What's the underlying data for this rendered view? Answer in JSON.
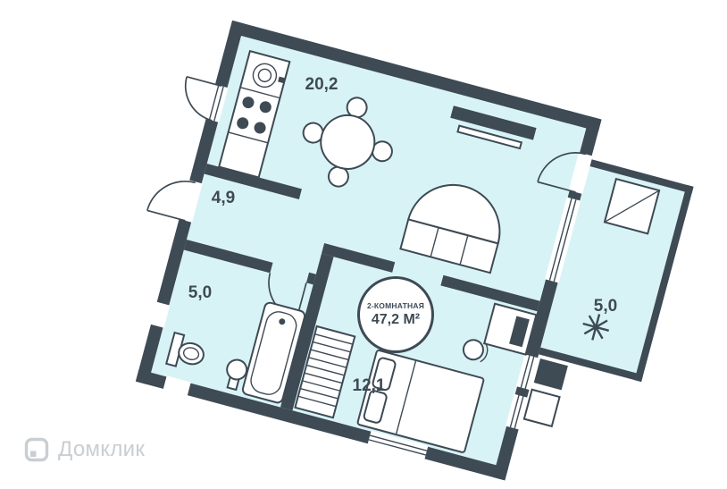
{
  "plan": {
    "badge": {
      "type": "2-КОМНАТНАЯ",
      "area": "47,2 М²"
    },
    "rooms": {
      "kitchen_living": {
        "area": "20,2"
      },
      "hallway": {
        "area": "4,9"
      },
      "bathroom": {
        "area": "5,0"
      },
      "bedroom": {
        "area": "12,1"
      },
      "balcony": {
        "area": "5,0"
      }
    }
  },
  "watermark": {
    "brand": "Домклик"
  },
  "colors": {
    "wall": "#3E4A54",
    "floor": "#D8F3F6",
    "wm": "#C9CED2"
  }
}
